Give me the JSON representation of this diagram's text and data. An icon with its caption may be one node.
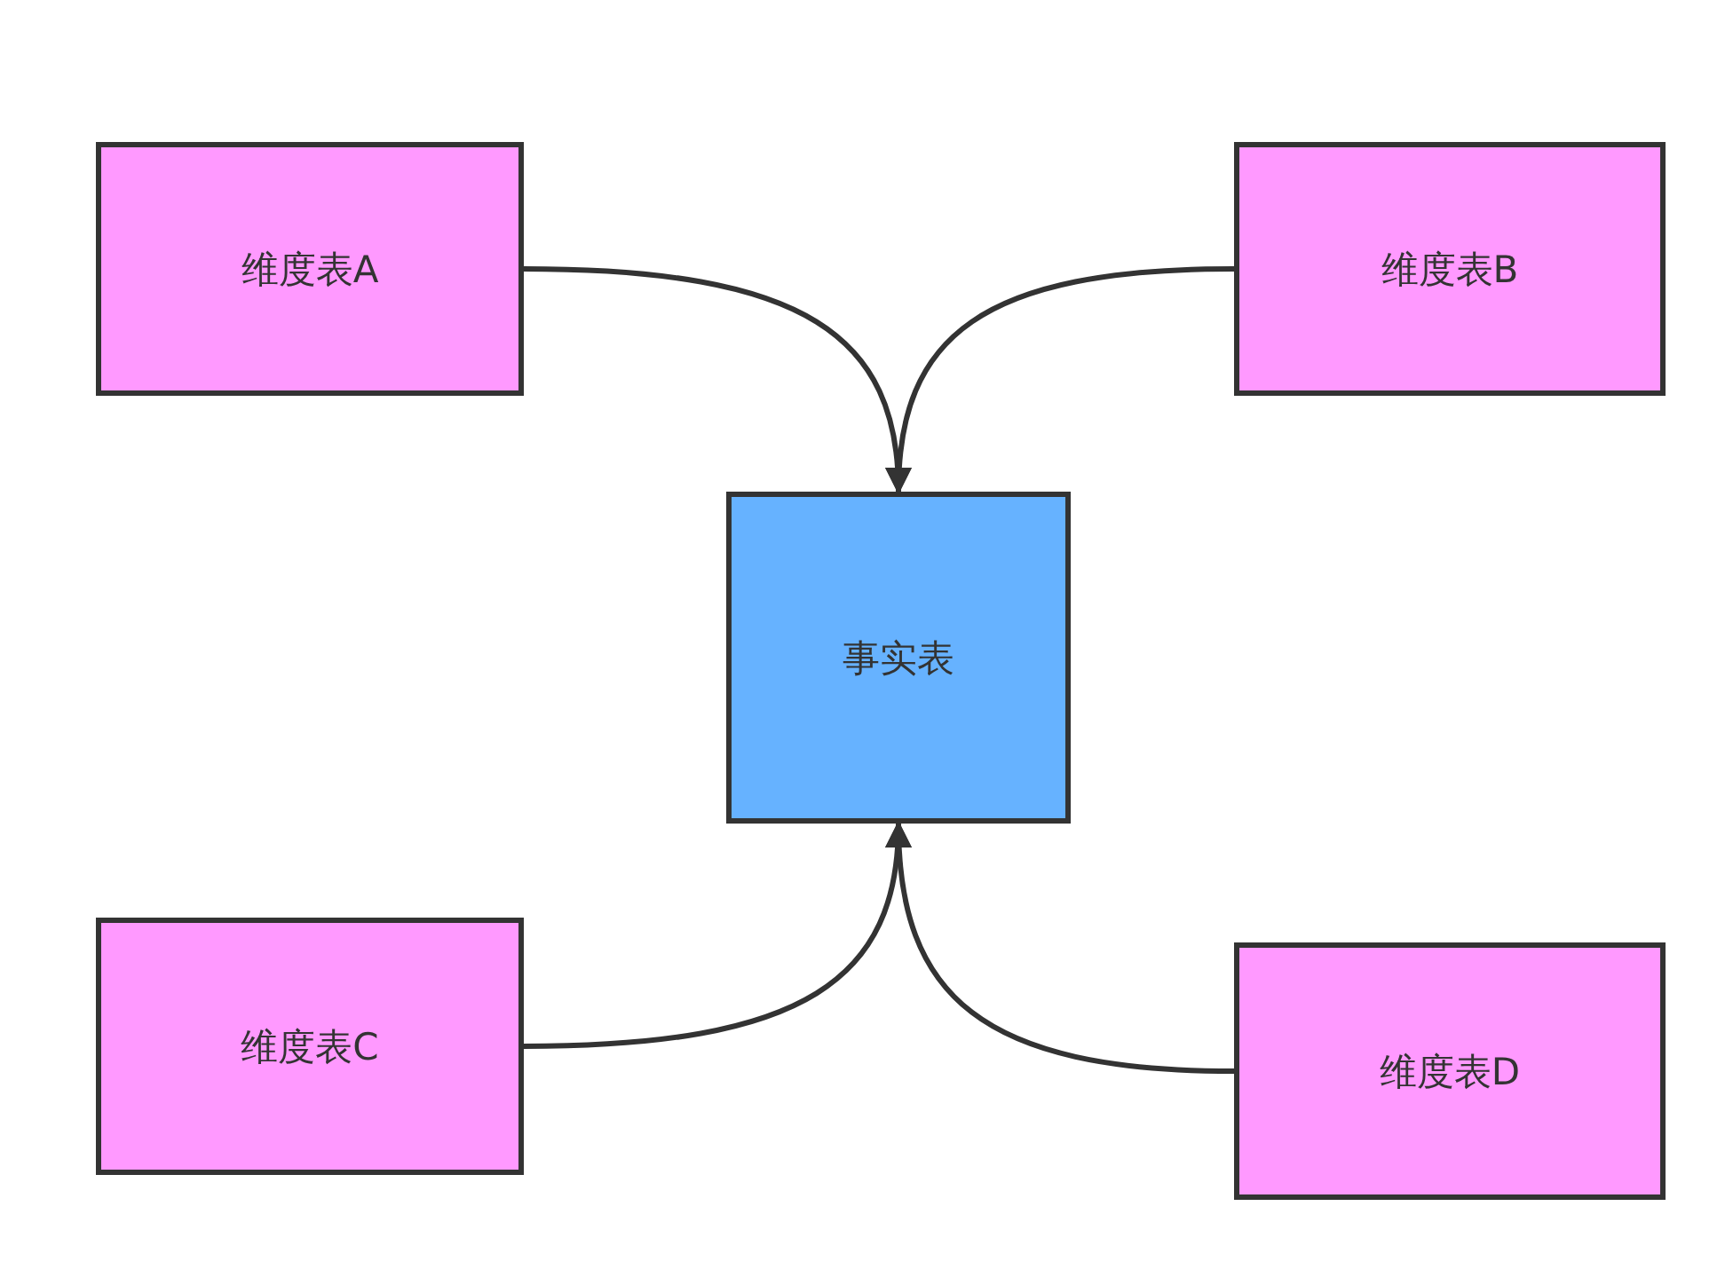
{
  "diagram": {
    "nodes": [
      {
        "text": [
          "维度表A"
        ]
      },
      {
        "text": [
          "维度表B"
        ]
      },
      {
        "text": [
          "事实表"
        ]
      },
      {
        "text": [
          "维度表C"
        ]
      },
      {
        "text": [
          "维度表D"
        ]
      }
    ],
    "edges": [
      {
        "from": 0,
        "to": 2,
        "arrow": "to"
      },
      {
        "from": 1,
        "to": 2,
        "arrow": "to"
      },
      {
        "from": 3,
        "to": 2,
        "arrow": "to"
      },
      {
        "from": 4,
        "to": 2,
        "arrow": "to"
      }
    ]
  }
}
